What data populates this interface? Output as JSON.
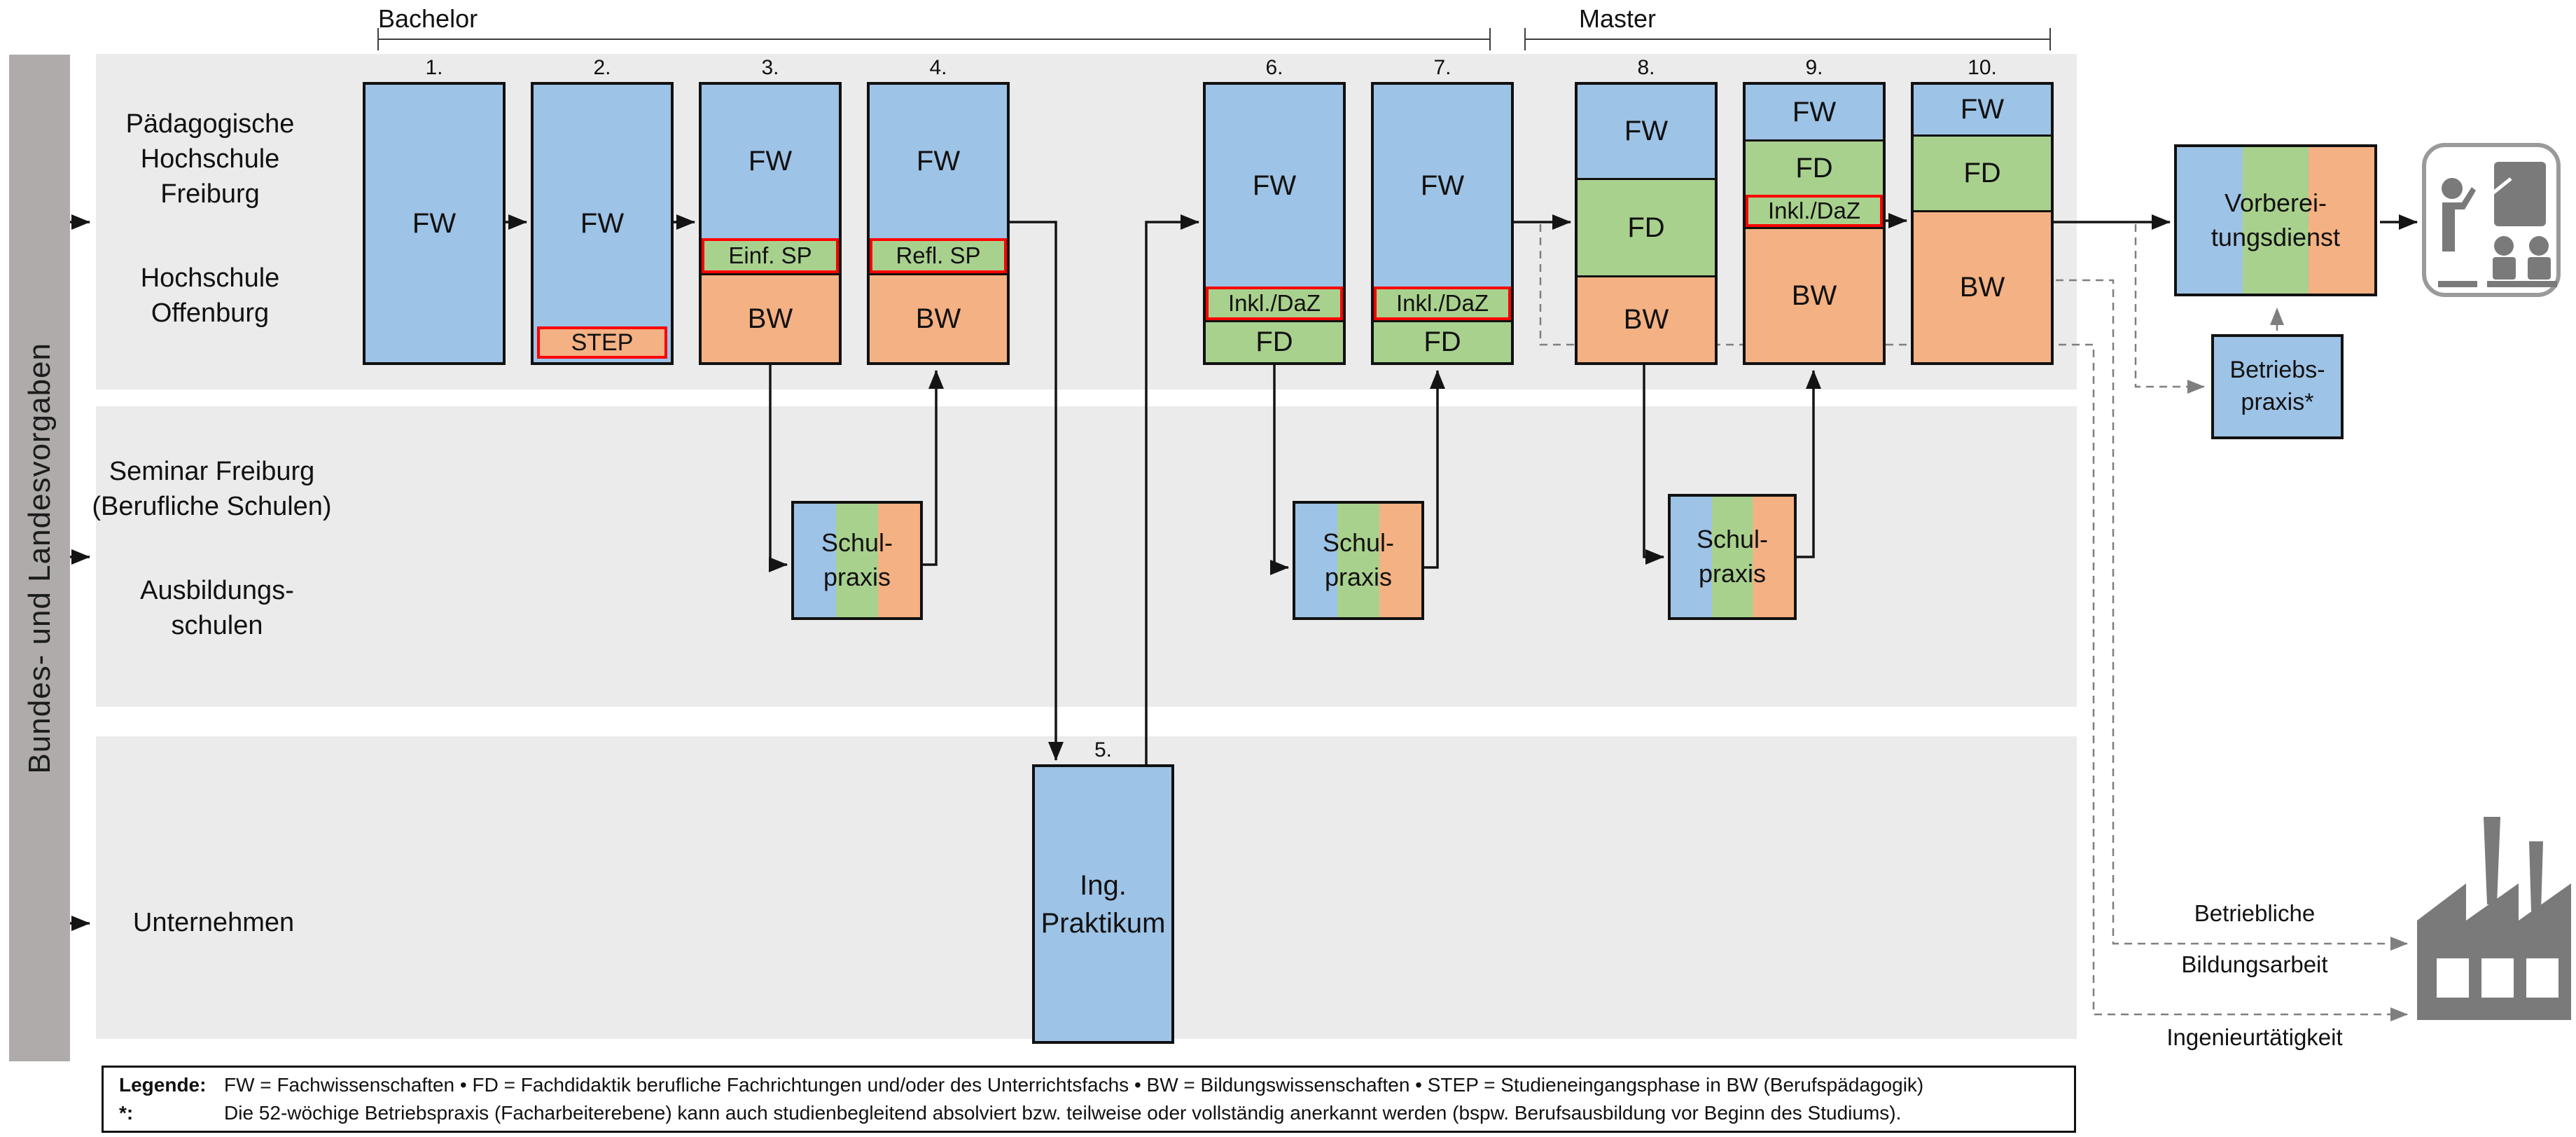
{
  "brackets": {
    "bachelor": "Bachelor",
    "master": "Master"
  },
  "sidebar": {
    "label": "Bundes- und Landesvorgaben"
  },
  "row_labels": {
    "ph_freiburg": "Pädagogische\nHochschule\nFreiburg",
    "hs_offenburg": "Hochschule\nOffenburg",
    "seminar": "Seminar Freiburg\n(Berufliche Schulen)",
    "ausbildung": "Ausbildungs-\nschulen",
    "unternehmen": "Unternehmen"
  },
  "cols": {
    "n1": "1.",
    "n2": "2.",
    "n3": "3.",
    "n4": "4.",
    "n6": "6.",
    "n7": "7.",
    "n8": "8.",
    "n9": "9.",
    "n10": "10.",
    "fw": "FW",
    "fd": "FD",
    "bw": "BW",
    "step": "STEP",
    "einf_sp": "Einf. SP",
    "refl_sp": "Refl. SP",
    "inkl_daz": "Inkl./DaZ"
  },
  "practice": {
    "schulpraxis": "Schul-\npraxis",
    "ing_num": "5.",
    "ing_praktikum": "Ing.\nPraktikum"
  },
  "right": {
    "vorbereitungsdienst": "Vorberei-\ntungsdienst",
    "betriebspraxis": "Betriebs-\npraxis*",
    "betriebliche": "Betriebliche",
    "bildungsarbeit": "Bildungsarbeit",
    "ingenieur": "Ingenieurtätigkeit"
  },
  "legend": {
    "label": "Legende:",
    "star": "*:",
    "line1": "FW = Fachwissenschaften • FD = Fachdidaktik berufliche Fachrichtungen und/oder des Unterrichtsfachs • BW = Bildungswissenschaften • STEP = Studieneingangsphase in BW (Berufspädagogik)",
    "line2": "Die 52-wöchige Betriebspraxis (Facharbeiterebene) kann auch studienbegleitend absolviert bzw. teilweise oder vollständig anerkannt werden (bspw. Berufsausbildung vor Beginn des Studiums)."
  },
  "colors": {
    "blue": "#9DC3E6",
    "green": "#A9D18E",
    "orange": "#F4B183",
    "red": "#FF0000",
    "band": "#EBEBEB",
    "bargray": "#AFABAB",
    "dash": "#7F7F7F",
    "line": "#141414",
    "icon": "#7A7A7A"
  }
}
